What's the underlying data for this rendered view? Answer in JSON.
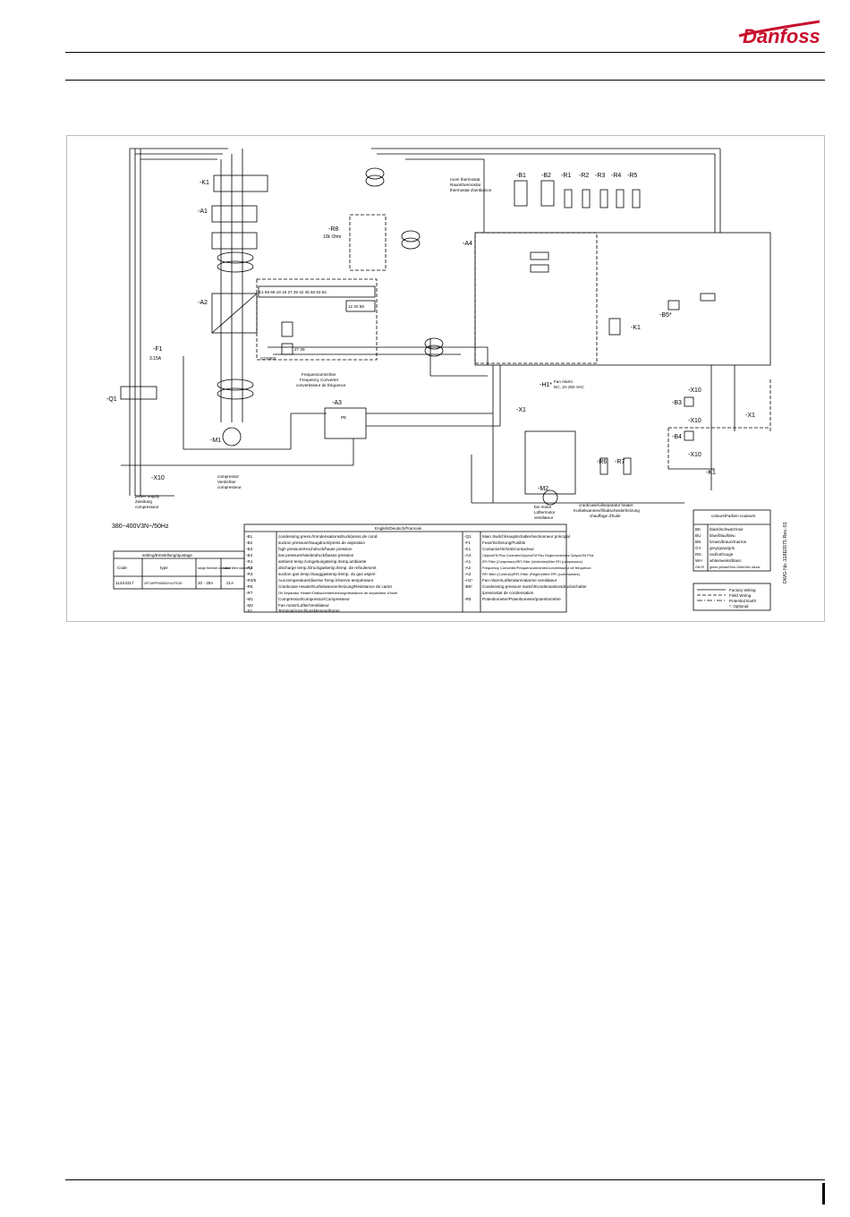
{
  "brand": {
    "logo_text": "Danfoss"
  },
  "diagram": {
    "supply": {
      "voltage": "380~400V3N~/50Hz",
      "label_lines": [
        "power supply",
        "Zuleitung",
        "compresseur"
      ]
    },
    "components": {
      "k1": "-K1",
      "a1": "-A1",
      "a2": "-A2",
      "a3": "-A3",
      "a4": "-A4",
      "f1": "-F1",
      "f1_rating": "3.15A",
      "q1": "-Q1",
      "m1": "-M1",
      "m2": "-M2",
      "r8": "-R8",
      "r8_value": "10k Ohm",
      "b1": "-B1",
      "b2": "-B2",
      "r1": "-R1",
      "r2": "-R2",
      "r3": "-R3",
      "r4": "-R4",
      "r5": "-R5",
      "k1a": "-K1",
      "b5": "-B5*",
      "b3": "-B3",
      "b4": "-B4",
      "h1": "-H1*",
      "x1a": "-X1",
      "x1b": "-X1",
      "x10": "-X10",
      "x10a": "-X10",
      "x10b": "-X10",
      "x10c": "-X10",
      "k1b": "-K1",
      "r6": "-R6",
      "r7": "-R7"
    },
    "notes": {
      "room_thermostat": [
        "room thermostat",
        "Raumthermostat",
        "thermostat d'ambiance"
      ],
      "freq_converter": [
        "Frequenzumrichter",
        "Frequency Converter",
        "convertisseur de fréquence"
      ],
      "compressor": [
        "compressor",
        "Verdichter",
        "compresseur"
      ],
      "fan_alarm": [
        "Fan Alarm",
        "NC, 2A 250 VAC"
      ],
      "fan_motor": [
        "fan motor",
        "Lüftermotor",
        "ventilateur"
      ],
      "crankcase_heater": [
        "crankcase/oilseparator heater",
        "Kurbelwannen/Ölabscheiderheizung",
        "chauffage d'huile"
      ],
      "terminal_strip": "E1 68 69 18 19 27 29 42 45 50 53 54",
      "terminals_small": "12 20 55",
      "terminal_27_29": "27 29",
      "cds": "CDS803",
      "pe": "PE"
    },
    "setting_table": {
      "title": "setting/Einstellung/ajustage",
      "headers": [
        "Code",
        "type",
        "range Bereich domaine",
        "value Wert valeur Q1"
      ],
      "rows": [
        [
          "114X4317",
          "OP-MPFM065VVLP01E",
          "20 - 25A",
          "21A"
        ]
      ]
    },
    "legend": {
      "title": "English/Deutsch/Francais",
      "left": [
        [
          "-B1",
          "condensing press./Kondensationsdruck/press.de cond."
        ],
        [
          "-B2",
          "suction pressure/Saugdruck/press.de aspiration"
        ],
        [
          "-B3",
          "high pressure/Hochdruck/haute pression"
        ],
        [
          "-B4",
          "low pressure/Niederdruck/basse pression"
        ],
        [
          "-R1",
          "ambient temp./Umgebungstemp./temp.ambiante"
        ],
        [
          "-R2",
          "discharge temp./Druckgastemp./temp. de refoulement"
        ],
        [
          "-R3",
          "suction gas temp./Sauggastemp./temp. du gaz aspiré"
        ],
        [
          "-R4/5",
          "Aux.temperature/diverse Temp./réserve température"
        ],
        [
          "-R6",
          "Crankcase Heater/Kurbelwannenheizung/Résistance de carter"
        ],
        [
          "-R7",
          "Oil Separator Heater/Ölabscheiderheizung/résistance de séparateur d'huile"
        ],
        [
          "-M1",
          "Compressor/Kompressor/Compresseur"
        ],
        [
          "-M2",
          "Fan motor/Lüfter/Ventilateur"
        ],
        [
          "-X1",
          "Terminal/Anschlussklemme/borne"
        ]
      ],
      "right": [
        [
          "-Q1",
          "Main Switch/Hauptschalter/sectionneur principal"
        ],
        [
          "-F1",
          "Fuse/Sicherung/Fusible"
        ],
        [
          "-K1",
          "Contactor/Schütz/contacteur"
        ],
        [
          "-A4",
          "OptymaTM Plus Controller/OptymaTM Plus Regler/contrôleur OptymaTM Plus"
        ],
        [
          "-A1",
          "RFI Filter (Compressor)/RFI-Filter (Verdichter)/filtre RFI (compresseur)"
        ],
        [
          "-A2",
          "Frequency Converter/Frequenzumrichter/convertisseur de fréquence"
        ],
        [
          "-A3",
          "RFI filter (Controls)/RFI-Filter (Regler)/filtre RFI (commandes)"
        ],
        [
          "-H1*",
          "Fan Alarm/Lüfteralarm/alarme ventilateur"
        ],
        [
          "-B5*",
          "Condensing pressure switch/Kondensationsdruckschalter"
        ],
        [
          "",
          "/pressostat de condensation"
        ],
        [
          "-R8",
          "Potentiometer/Potentiometer/potentiomètre"
        ]
      ]
    },
    "colours": {
      "title": "colours/Farben couleurs",
      "rows": [
        [
          "BK",
          "black/schwarz/noir"
        ],
        [
          "BU",
          "blue/blau/bleu"
        ],
        [
          "BN",
          "brown/braun/marron"
        ],
        [
          "GY",
          "grey/grau/gris"
        ],
        [
          "RD",
          "red/rot/rouge"
        ],
        [
          "WH",
          "white/weiss/blanc"
        ],
        [
          "GNYE",
          "green-yellow/Grün-Gelb/Vert-Jaune"
        ]
      ]
    },
    "wiring_key": [
      "Factory Wiring",
      "Field Wiring",
      "Potential Earth",
      "*: Optional"
    ],
    "drawing_no": "DWG-No.:118E0575  Rev.:01"
  }
}
